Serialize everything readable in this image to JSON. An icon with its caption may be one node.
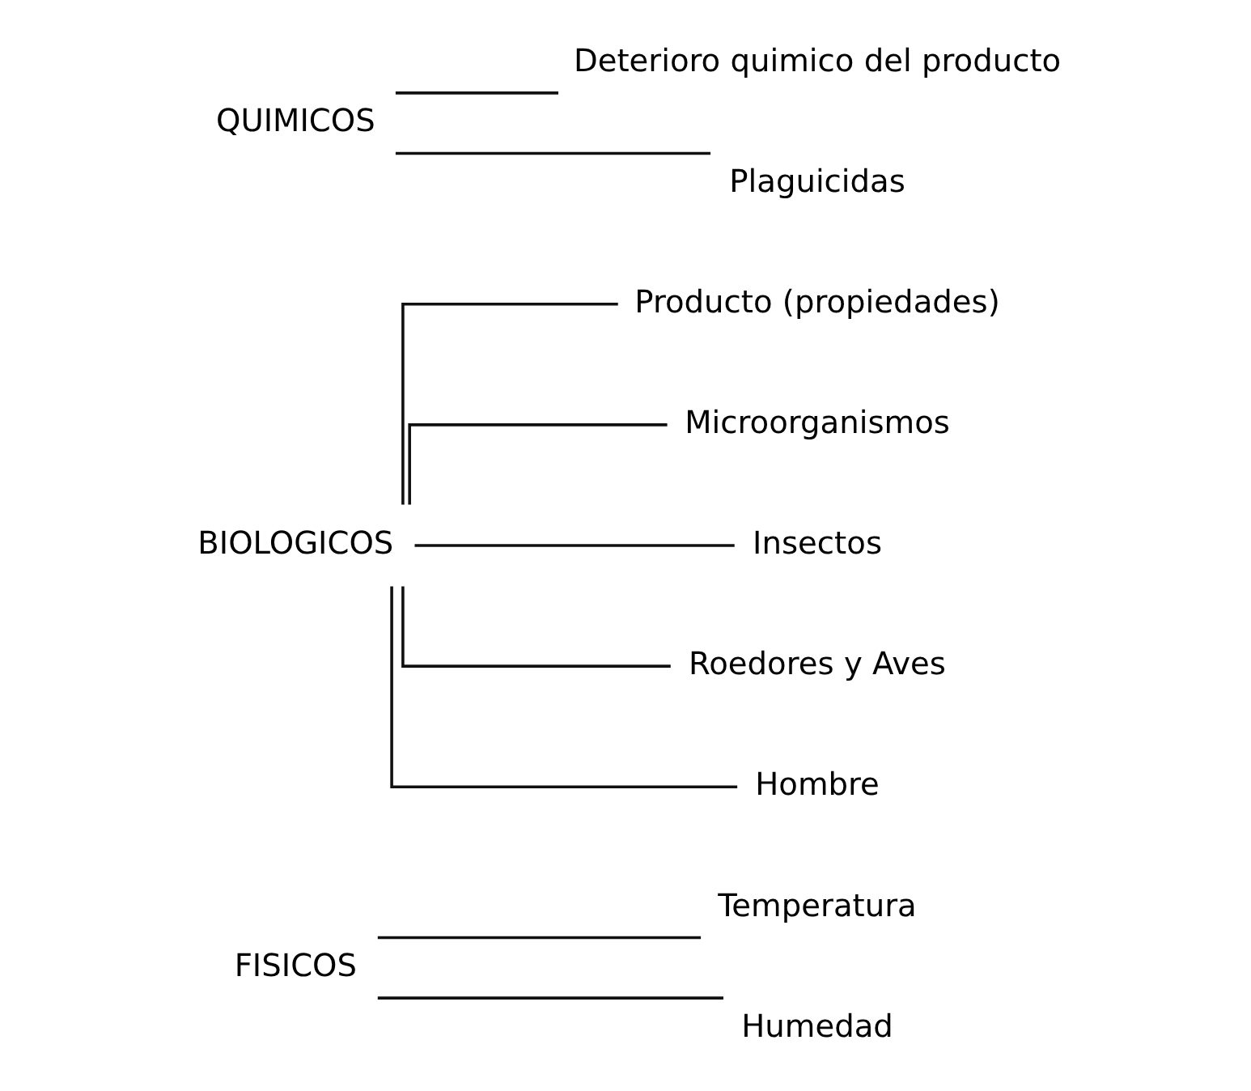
{
  "diagram": {
    "nodes": [
      {
        "text": [
          "FISICOS"
        ]
      },
      {
        "text": [
          "Temperatura"
        ]
      },
      {
        "text": [
          "Humedad"
        ]
      },
      {
        "text": [
          "BIOLOGICOS"
        ]
      },
      {
        "text": [
          "Producto (propiedades)"
        ]
      },
      {
        "text": [
          "Microorganismos"
        ]
      },
      {
        "text": [
          "Insectos"
        ]
      },
      {
        "text": [
          "Roedores y Aves"
        ]
      },
      {
        "text": [
          "Hombre"
        ]
      },
      {
        "text": [
          "QUIMICOS"
        ]
      },
      {
        "text": [
          "Deterioro quimico del producto"
        ]
      },
      {
        "text": [
          "Plaguicidas"
        ]
      }
    ],
    "edges": [
      {
        "from": 0,
        "to": 1,
        "arrow": "none"
      },
      {
        "from": 0,
        "to": 2,
        "arrow": "none"
      },
      {
        "from": 3,
        "to": 4,
        "arrow": "none"
      },
      {
        "from": 3,
        "to": 5,
        "arrow": "none"
      },
      {
        "from": 3,
        "to": 6,
        "arrow": "none"
      },
      {
        "from": 3,
        "to": 7,
        "arrow": "none"
      },
      {
        "from": 3,
        "to": 8,
        "arrow": "none"
      },
      {
        "from": 9,
        "to": 10,
        "arrow": "none"
      },
      {
        "from": 9,
        "to": 11,
        "arrow": "none"
      }
    ]
  }
}
